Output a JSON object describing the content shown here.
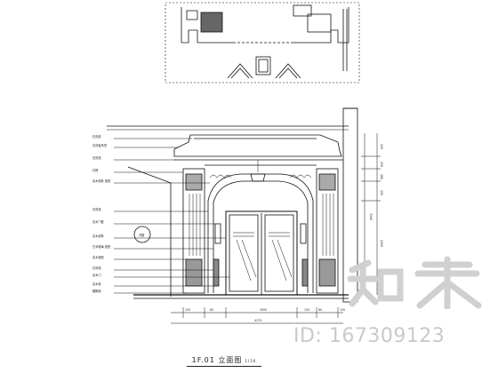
{
  "drawing": {
    "title": "1F.01 立面图",
    "scale_note": "1/30",
    "callout_labels": [
      "石膏线",
      "石膏板吊顶",
      "石膏线",
      "灯槽",
      "实木线条 造型",
      "石膏线",
      "实木门套",
      "实木线条",
      "艺术玻璃 造型",
      "实木造型",
      "石膏线",
      "实木门",
      "实木线",
      "踢脚线"
    ],
    "bubble_label": "详图",
    "bottom_dims": [
      "120",
      "80",
      "1650",
      "120",
      "80",
      "120"
    ],
    "total_dim": "4170",
    "right_dims": [
      "150",
      "250",
      "180",
      "150",
      "2450",
      "200"
    ],
    "overall_height": "3100"
  },
  "watermark": {
    "brand": "知末",
    "id_text": "ID: 167309123"
  }
}
